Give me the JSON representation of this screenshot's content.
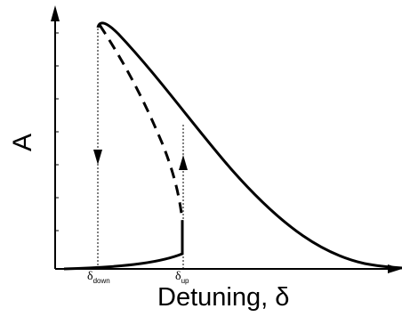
{
  "axes": {
    "y_label": "A",
    "x_label": "Detuning, δ"
  },
  "ticks": {
    "delta_down": {
      "symbol": "δ",
      "subscript": "down"
    },
    "delta_up": {
      "symbol": "δ",
      "subscript": "up"
    }
  },
  "colors": {
    "line": "#000000",
    "background": "#ffffff"
  },
  "curves": {
    "stable_branch": "solid",
    "unstable_branch": "dashed",
    "jump_transitions": "dotted with arrowheads"
  }
}
